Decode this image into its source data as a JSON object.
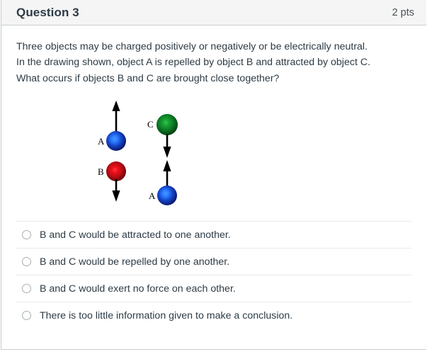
{
  "header": {
    "title": "Question 3",
    "points": "2 pts"
  },
  "question": {
    "lines": [
      "Three objects may be charged positively or negatively or be electrically neutral.",
      "In the drawing shown, object A is repelled by object B and attracted by object C.",
      "What occurs if objects B and C are brought close together?"
    ]
  },
  "diagram": {
    "left_pair": {
      "top": {
        "label": "A",
        "color": "blue",
        "arrow": "up",
        "arrow_position": "above"
      },
      "bottom": {
        "label": "B",
        "color": "red",
        "arrow": "down",
        "arrow_position": "below"
      },
      "interaction": "repulsion"
    },
    "right_pair": {
      "top": {
        "label": "C",
        "color": "green",
        "arrow": "down",
        "arrow_position": "below"
      },
      "bottom": {
        "label": "A",
        "color": "blue",
        "arrow": "up",
        "arrow_position": "above"
      },
      "interaction": "attraction"
    },
    "colors": {
      "blue_center": "#3a86ff",
      "blue_mid": "#1443c8",
      "blue_edge": "#0a1560",
      "red_center": "#ff1414",
      "red_mid": "#c8101a",
      "red_edge": "#6b0206",
      "green_center": "#1fb03a",
      "green_mid": "#0f8a28",
      "green_edge": "#04400f",
      "arrow": "#000000",
      "label": "#000000"
    }
  },
  "answers": [
    {
      "label": "B and C would be attracted to one another.",
      "selected": false
    },
    {
      "label": "B and C would be repelled by one another.",
      "selected": false
    },
    {
      "label": "B and C would exert no force on each other.",
      "selected": false
    },
    {
      "label": "There is too little information given to make a conclusion.",
      "selected": false
    }
  ]
}
